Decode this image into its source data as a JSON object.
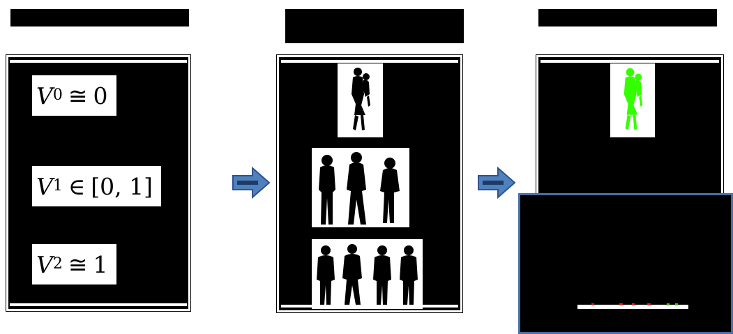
{
  "equations": [
    {
      "var": "V",
      "sub": "0",
      "op": "≅",
      "rhs": "0"
    },
    {
      "var": "V",
      "sub": "1",
      "op": "∈",
      "rhs": "[0, 1]"
    },
    {
      "var": "V",
      "sub": "2",
      "op": "≅",
      "rhs": "1"
    }
  ],
  "icons": [
    "right-arrow-icon",
    "right-arrow-icon",
    "woman-holding-child-silhouette",
    "three-women-silhouette",
    "four-men-silhouette"
  ],
  "colors": {
    "background": "#ffffff",
    "panel": "#000000",
    "arrow_fill": "#4f81bd",
    "arrow_stroke": "#2f528f",
    "highlight": "#33ff00",
    "overlay_border": "#4a6fa5"
  }
}
